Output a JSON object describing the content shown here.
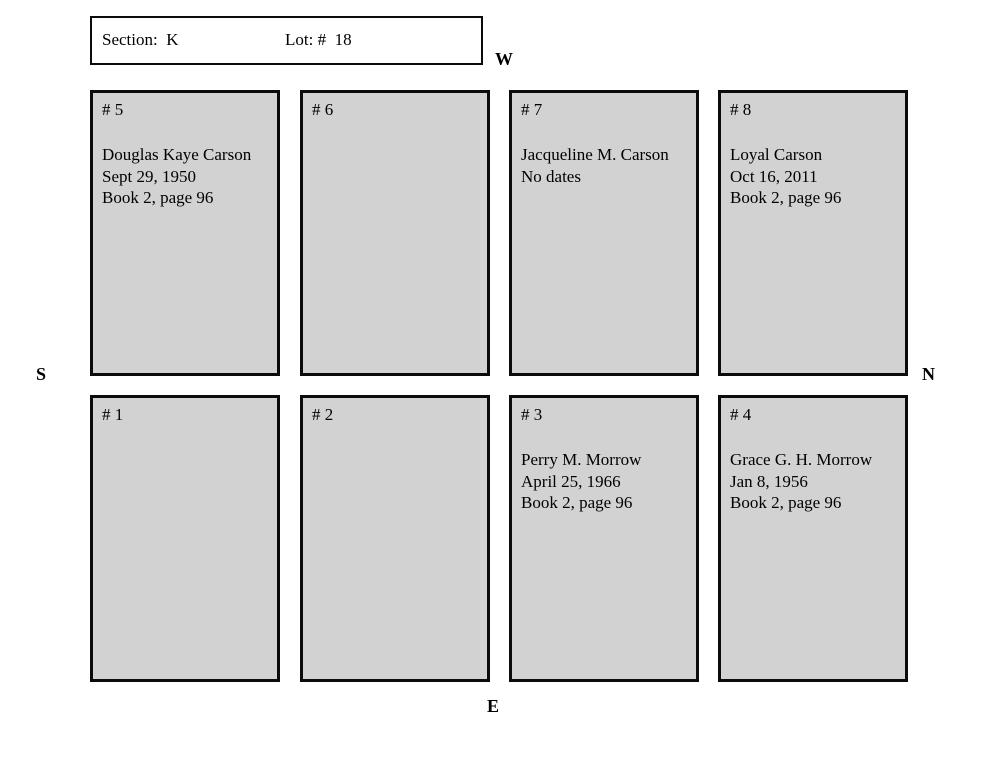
{
  "header": {
    "section": "Section:  K",
    "lot": "Lot: #  18"
  },
  "compass": {
    "west": "W",
    "south": "S",
    "north": "N",
    "east": "E"
  },
  "plots": [
    {
      "number": "# 5",
      "name": "Douglas Kaye Carson",
      "date": "Sept 29, 1950",
      "book": "Book 2, page 96"
    },
    {
      "number": "# 6",
      "name": "",
      "date": "",
      "book": ""
    },
    {
      "number": "# 7",
      "name": "Jacqueline M. Carson",
      "date": "No dates",
      "book": ""
    },
    {
      "number": "# 8",
      "name": "Loyal Carson",
      "date": "Oct 16, 2011",
      "book": "Book 2, page 96"
    },
    {
      "number": "# 1",
      "name": "",
      "date": "",
      "book": ""
    },
    {
      "number": "# 2",
      "name": "",
      "date": "",
      "book": ""
    },
    {
      "number": "# 3",
      "name": "Perry M. Morrow",
      "date": "April 25, 1966",
      "book": "Book 2, page 96"
    },
    {
      "number": "# 4",
      "name": "Grace G. H. Morrow",
      "date": "Jan 8, 1956",
      "book": "Book 2, page 96"
    }
  ],
  "colors": {
    "plot_fill": "#d2d2d2",
    "border": "#0b0b0b",
    "background": "#ffffff"
  }
}
